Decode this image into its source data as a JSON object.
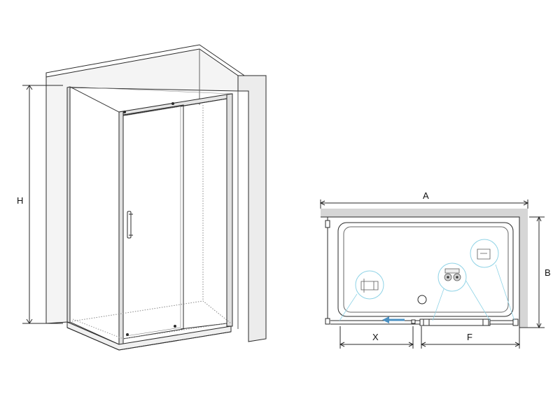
{
  "labels": {
    "height": "H",
    "width_a": "A",
    "depth_b": "B",
    "opening_x": "X",
    "fixed_f": "F"
  },
  "colors": {
    "line": "#2a2a2a",
    "wall_fill": "#d6d6d6",
    "callout": "#8fd3e6",
    "arrow": "#4a90c2"
  },
  "icons": [
    "wall-profile-icon",
    "roller-icon",
    "bottom-guide-icon"
  ]
}
